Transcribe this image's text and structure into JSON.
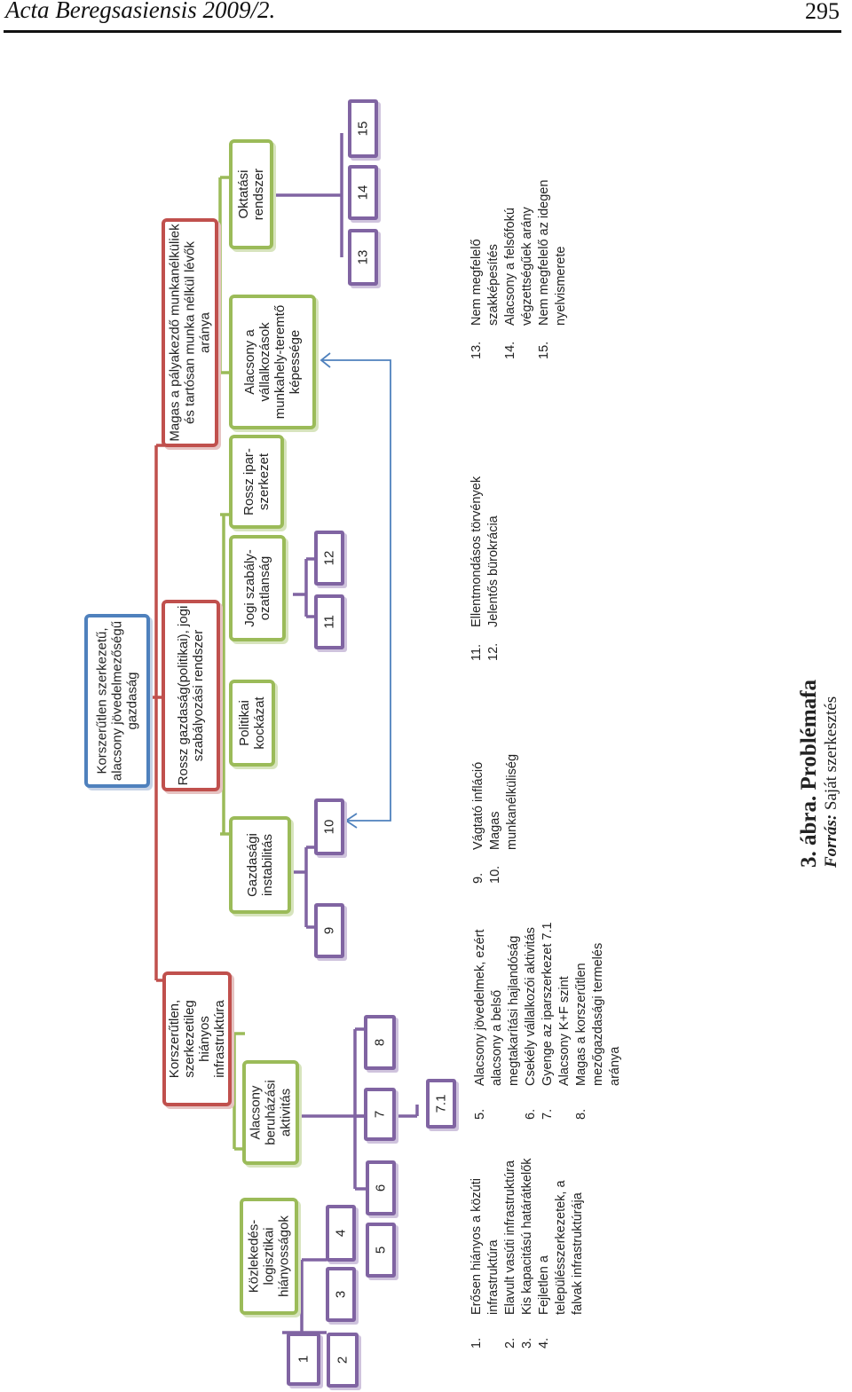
{
  "header": {
    "journal": "Acta Beregsasiensis 2009/2.",
    "page": "295"
  },
  "root": "Korszerűtlen szerkezetű, alacsony jövedelmezőségű gazdaság",
  "causes": {
    "infrastructure": "Korszerűtlen, szerkezetileg hiányos infrastruktúra",
    "regulation": "Rossz gazdaság(politikai), jogi szabályozási rendszer",
    "unemployment": "Magas a pályakezdő munkanélküliek és tartósan munka nélkül lévők aránya"
  },
  "subcauses": {
    "transport": "Közlekedés-logisztikai hiányosságok",
    "investment": "Alacsony beruházási aktivitás",
    "economic": "Gazdasági instabilitás",
    "political": "Politikai kockázat",
    "legal": "Jogi szabály-ozatlanság",
    "industry": "Rossz ipar-szerkezet",
    "jobcreation": "Alacsony a vállalkozások munkahely-teremtő képessége",
    "education": "Oktatási rendszer"
  },
  "leaves": [
    "1",
    "2",
    "3",
    "4",
    "5",
    "6",
    "7",
    "7.1",
    "8",
    "9",
    "10",
    "11",
    "12",
    "13",
    "14",
    "15"
  ],
  "legend": {
    "col1": [
      {
        "n": "1.",
        "t": "Erősen hiányos a közúti infrastruktúra"
      },
      {
        "n": "2.",
        "t": "Elavult vasúti infrastruktúra"
      },
      {
        "n": "3.",
        "t": "Kis kapacitású határátkelők"
      },
      {
        "n": "4.",
        "t": "Fejletlen a településszerkezetek, a falvak infrastruktúrája"
      }
    ],
    "col2": [
      {
        "n": "5.",
        "t": "Alacsony jövedelmek, ezért alacsony a belső megtakarítási hajlandóság"
      },
      {
        "n": "6.",
        "t": "Csekély vállalkozói aktivitás"
      },
      {
        "n": "7.",
        "t": "Gyenge az iparszerkezet 7.1 Alacsony K+F szint"
      },
      {
        "n": "8.",
        "t": "Magas a korszerűtlen mezőgazdasági termelés aránya"
      }
    ],
    "col3": [
      {
        "n": "9.",
        "t": "Vágtató infláció"
      },
      {
        "n": "10.",
        "t": "Magas munkanélküliség"
      }
    ],
    "col4": [
      {
        "n": "11.",
        "t": "Ellentmondásos törvények"
      },
      {
        "n": "12.",
        "t": "Jelentős bürokrácia"
      }
    ],
    "col5": [
      {
        "n": "13.",
        "t": "Nem megfelelő szakképesítés"
      },
      {
        "n": "14.",
        "t": "Alacsony a felsőfokú végzettségűek arány"
      },
      {
        "n": "15.",
        "t": "Nem megfelelő az idegen nyelvismerete"
      }
    ]
  },
  "caption": {
    "title": "3. ábra. Problémafa",
    "source_label": "Forrás:",
    "source_text": "Saját szerkesztés"
  },
  "colors": {
    "blue": "#4f81bd",
    "red": "#c0504d",
    "green": "#9bbb59",
    "purple": "#8064a2"
  }
}
